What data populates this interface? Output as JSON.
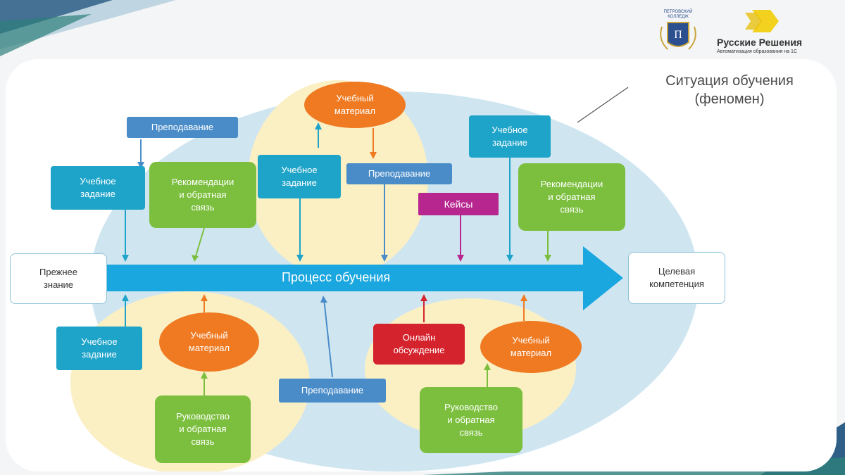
{
  "logos": {
    "college_name": "ПЕТРОВСКИЙ КОЛЛЕДЖ",
    "company_name": "Русские Решения",
    "company_tagline": "Автоматизация образования на 1С"
  },
  "situation_label": "Ситуация обучения\n(феномен)",
  "main_arrow_label": "Процесс обучения",
  "start_box": "Прежнее\nзнание",
  "end_box": "Целевая\nкомпетенция",
  "nodes": {
    "teaching_top_left": "Преподавание",
    "task_left_top": "Учебное\nзадание",
    "recommend_left": "Рекомендации\nи обратная\nсвязь",
    "material_top": "Учебный\nматериал",
    "task_center_top": "Учебное\nзадание",
    "teaching_center": "Преподавание",
    "cases": "Кейсы",
    "task_right_top": "Учебное\nзадание",
    "recommend_right": "Рекомендации\nи обратная\nсвязь",
    "task_left_bottom": "Учебное\nзадание",
    "material_bottom_left": "Учебный\nматериал",
    "guidance_left": "Руководство\nи обратная\nсвязь",
    "teaching_bottom": "Преподавание",
    "online": "Онлайн\nобсуждение",
    "material_bottom_right": "Учебный\nматериал",
    "guidance_right": "Руководство\nи обратная\nсвязь"
  },
  "colors": {
    "teal": "#1fa4c9",
    "blue": "#4a8cc8",
    "green": "#7cbf3e",
    "orange": "#ef7a22",
    "magenta": "#b6268e",
    "red": "#d4232c",
    "ellipse": "#cfe6f1",
    "yellow_zone": "#fbefc4",
    "main_arrow": "#1aa7e0"
  }
}
